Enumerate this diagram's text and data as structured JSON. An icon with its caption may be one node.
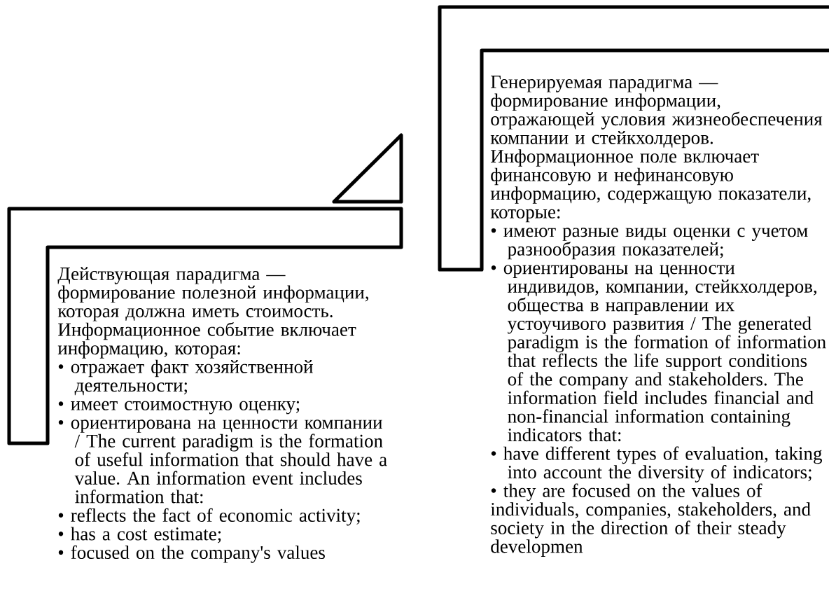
{
  "diagram": {
    "nodes": [
      {
        "text": [
          "Действующая парадигма — формирование полезной информации, которая должна иметь стоимость. Информационное событие включает информацию, которая:",
          "• отражает факт хозяйственной деятельности;",
          "• имеет стоимостную оценку;",
          "• ориентирована на ценности компании / The current paradigm is the formation of useful information that should have a value. An information event includes information that:",
          "• reflects the fact of economic activity;",
          "• has a cost estimate;",
          "• focused on the company's values"
        ]
      },
      {
        "text": [
          "Генерируемая парадигма — формирование информации, отражающей условия жизнеобеспечения компании и стейкхолдеров. Информационное поле включает финансовую и нефинансовую информацию, содержащую показатели, которые:",
          "• имеют разные виды оценки с учетом разнообразия показателей;",
          "• ориентированы на ценности индивидов, компании, стейкхолдеров, общества в направлении их устоучивого развития / The generated paradigm is the formation of information that reflects the life support conditions of the company and stakeholders. The information field includes financial and non-financial information containing indicators that:",
          "• have different types of evaluation, taking into account the diversity of indicators;",
          "• they are focused on the values of individuals, companies, stakeholders, and society in the direction of their steady developmen"
        ]
      }
    ]
  }
}
